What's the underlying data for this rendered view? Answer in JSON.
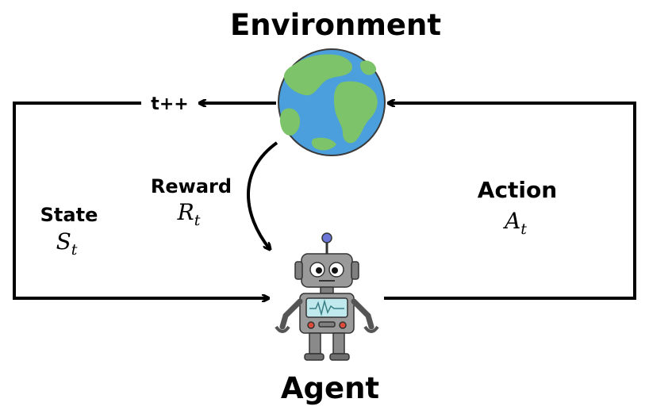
{
  "environment": {
    "title": "Environment"
  },
  "agent": {
    "title": "Agent"
  },
  "time_step": {
    "label": "t++"
  },
  "state": {
    "label": "State",
    "symbol": "S",
    "subscript": "t"
  },
  "reward": {
    "label": "Reward",
    "symbol": "R",
    "subscript": "t"
  },
  "action": {
    "label": "Action",
    "symbol": "A",
    "subscript": "t"
  },
  "icons": {
    "environment": "globe-icon",
    "agent": "robot-icon"
  },
  "colors": {
    "ocean": "#4a9fdc",
    "land": "#7cc36a",
    "robot_body": "#8f8f8f",
    "robot_screen": "#bfe9ec",
    "antenna": "#6b78d8"
  }
}
